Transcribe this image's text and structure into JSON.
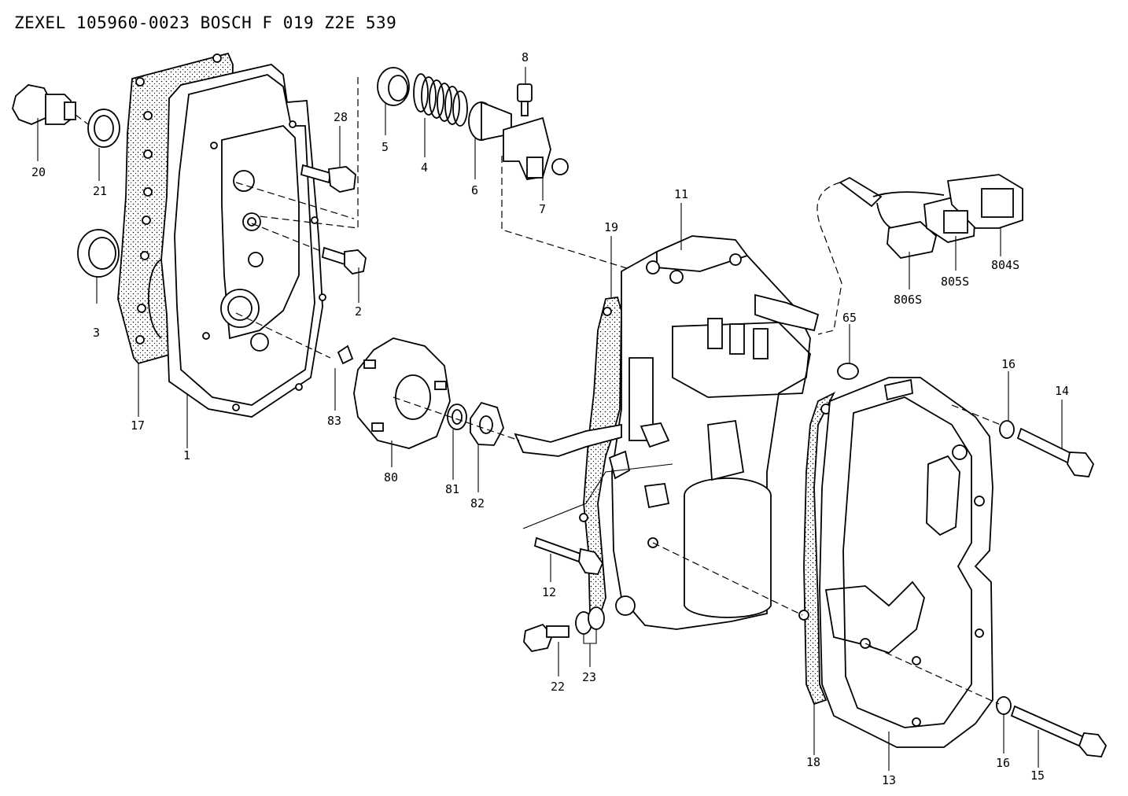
{
  "header": {
    "title": "ZEXEL 105960-0023  BOSCH  F 019 Z2E 539"
  },
  "parts": {
    "p1": "1",
    "p2": "2",
    "p3": "3",
    "p4": "4",
    "p5": "5",
    "p6": "6",
    "p7": "7",
    "p8": "8",
    "p11": "11",
    "p12": "12",
    "p13": "13",
    "p14": "14",
    "p15": "15",
    "p16a": "16",
    "p16b": "16",
    "p17": "17",
    "p18": "18",
    "p19": "19",
    "p20": "20",
    "p21": "21",
    "p22": "22",
    "p23": "23",
    "p28": "28",
    "p65": "65",
    "p80": "80",
    "p81": "81",
    "p82": "82",
    "p83": "83",
    "p804s": "804S",
    "p805s": "805S",
    "p806s": "806S"
  }
}
